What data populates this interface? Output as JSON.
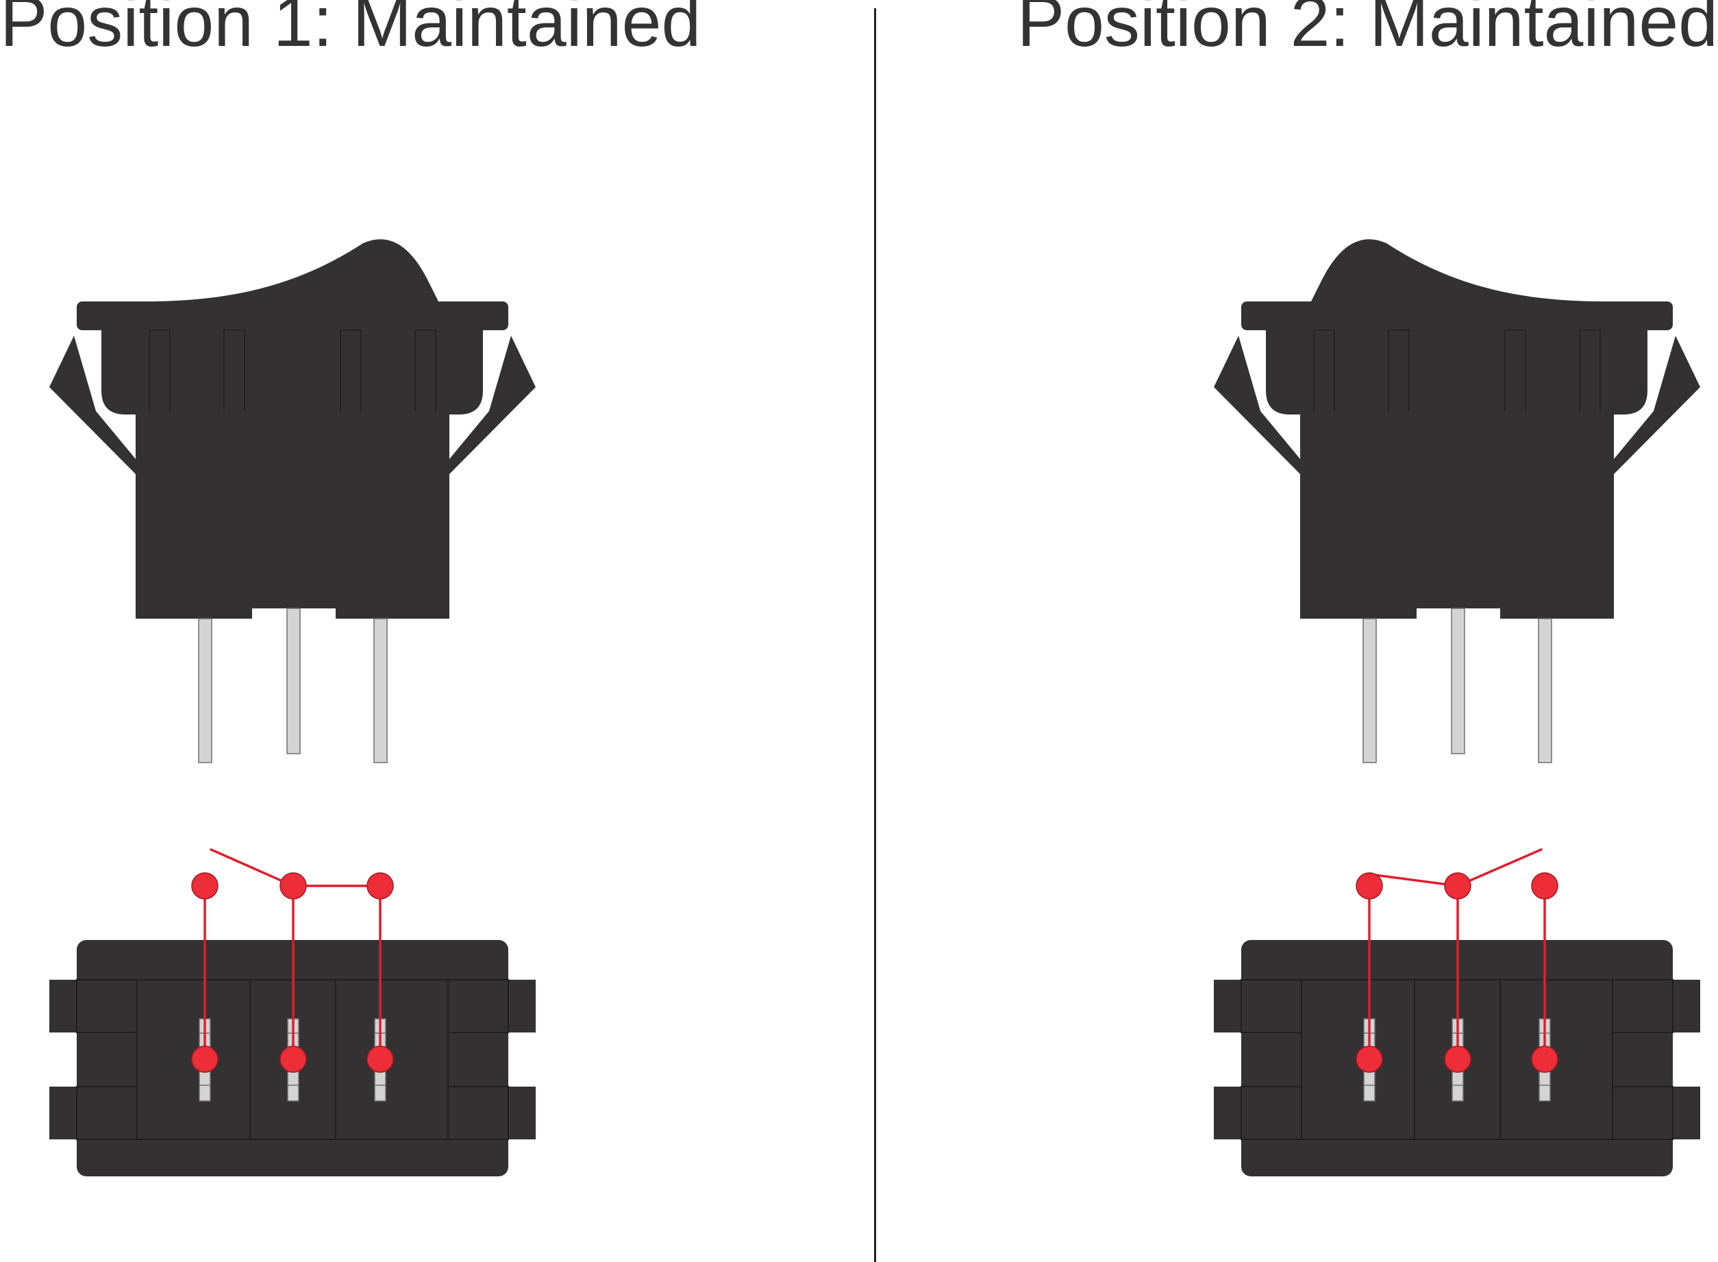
{
  "titles": {
    "left": "Position 1: Maintained",
    "right": "Position 2: Maintained"
  },
  "colors": {
    "switch_body": "#333132",
    "pin": "#d4d4d4",
    "pin_stroke": "#6d6e70",
    "contact": "#ed2d38",
    "wire": "#e01e2c",
    "divider": "#231f20",
    "text": "#333333"
  },
  "diagrams": [
    {
      "position": 1,
      "state": "Maintained",
      "rocker_side": "right",
      "closed_circuit": "center-to-right"
    },
    {
      "position": 2,
      "state": "Maintained",
      "rocker_side": "left",
      "closed_circuit": "center-to-left"
    }
  ]
}
